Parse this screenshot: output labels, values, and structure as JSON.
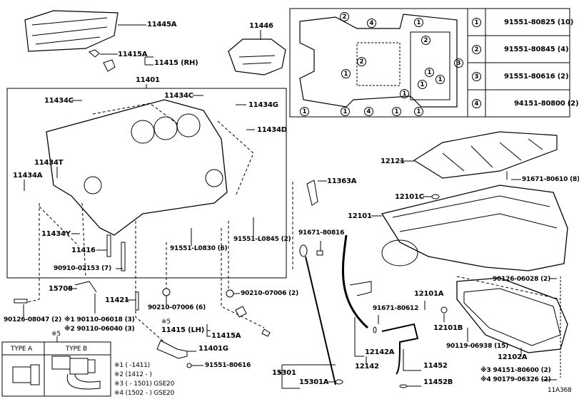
{
  "diagram_id": "11A368",
  "labels": {
    "p11445A": "11445A",
    "p11415A_rh": "11415A",
    "p11415_rh": "11415 (RH)",
    "p11446": "11446",
    "p11401": "11401",
    "p11434C_1": "11434C",
    "p11434C_2": "11434C",
    "p11434G": "11434G",
    "p11434D": "11434D",
    "p11434T": "11434T",
    "p11434A": "11434A",
    "p11434Y": "11434Y",
    "p11416": "11416",
    "p90910": "90910-02153 (7)",
    "p91551_L0830": "91551-L0830 (6)",
    "p91551_L0845": "91551-L0845 (2)",
    "p11363A": "11363A",
    "p12121": "12121",
    "p91671_80610": "91671-80610 (8)",
    "p12101C": "12101C",
    "p12101": "12101",
    "p91671_80816": "91671-80816",
    "p15708": "15708",
    "p11421": "11421",
    "p90210_6": "90210-07006 (6)",
    "p90210_2": "90210-07006 (2)",
    "p90126_08047": "90126-08047 (2)",
    "p90110_06018": "※1 90110-06018 (3)",
    "p90110_06040": "※2 90110-06040 (3)",
    "mark5_lh": "※5",
    "p11415_lh": "11415 (LH)",
    "p11415A_lh": "11415A",
    "p11401G": "11401G",
    "p91551_80616": "91551-80616",
    "p15301": "15301",
    "p15301A": "15301A",
    "p90126_06028": "90126-06028 (2)",
    "p12101A": "12101A",
    "p91671_80612": "91671-80612",
    "p12101B": "12101B",
    "p90119": "90119-06938 (15)",
    "p12102A": "12102A",
    "p12142A": "12142A",
    "p12142": "12142",
    "p11452": "11452",
    "p11452B": "11452B",
    "p94151_80600": "※3 94151-80600 (2)",
    "p90179": "※4 90179-06326 (2)"
  },
  "bolt_table": [
    {
      "num": "1",
      "part": "91551-80825 (10)"
    },
    {
      "num": "2",
      "part": "91551-80845 (4)"
    },
    {
      "num": "3",
      "part": "91551-80616 (2)"
    },
    {
      "num": "4",
      "part": "94151-80800 (2)"
    }
  ],
  "gasket_callouts": [
    "2",
    "4",
    "2",
    "1",
    "1",
    "1",
    "1",
    "1",
    "4",
    "1",
    "1",
    "1",
    "3",
    "2",
    "1",
    "1"
  ],
  "type_box": {
    "mark": "※5",
    "type_a": "TYPE A",
    "type_b": "TYPE B"
  },
  "footnotes": [
    "※1 (        -1411)",
    "※2 (1412 -        )",
    "※3 (        - 1501) GSE20",
    "※4 (1502 -        ) GSE20"
  ]
}
